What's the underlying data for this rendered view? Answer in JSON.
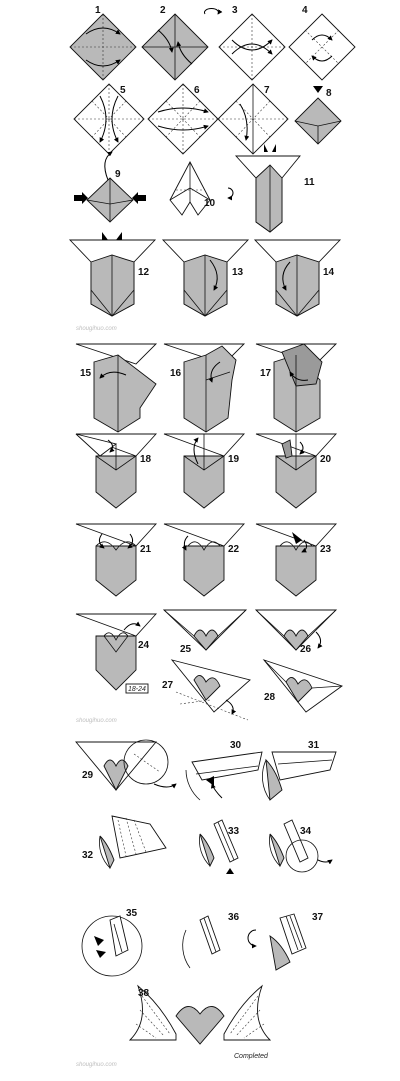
{
  "diagram": {
    "steps": [
      "1",
      "2",
      "3",
      "4",
      "5",
      "6",
      "7",
      "8",
      "9",
      "10",
      "11",
      "12",
      "13",
      "14",
      "15",
      "16",
      "17",
      "18",
      "19",
      "20",
      "21",
      "22",
      "23",
      "24",
      "25",
      "26",
      "27",
      "28",
      "29",
      "30",
      "31",
      "32",
      "33",
      "34",
      "35",
      "36",
      "37",
      "38"
    ],
    "watermark": "shougihuo.com",
    "ref_label": "18-24",
    "completed_label": "Completed"
  },
  "colors": {
    "paper": "#ffffff",
    "shade": "#b9b9b9",
    "dark_shade": "#9a9a9a",
    "ink": "#111111"
  }
}
